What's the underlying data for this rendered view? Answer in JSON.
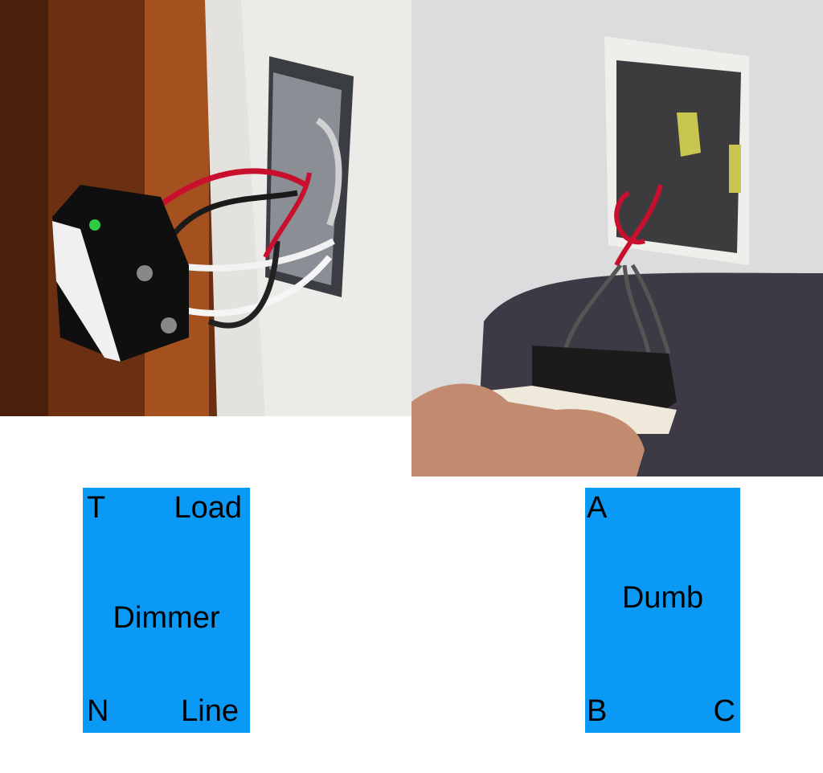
{
  "dimmer_diagram": {
    "title": "Dimmer",
    "top_left": "T",
    "top_right": "Load",
    "bottom_left": "N",
    "bottom_right": "Line",
    "color": "#0a9af5"
  },
  "dumb_diagram": {
    "title": "Dumb",
    "top_left": "A",
    "bottom_left": "B",
    "bottom_right": "C",
    "color": "#0a9af5"
  }
}
